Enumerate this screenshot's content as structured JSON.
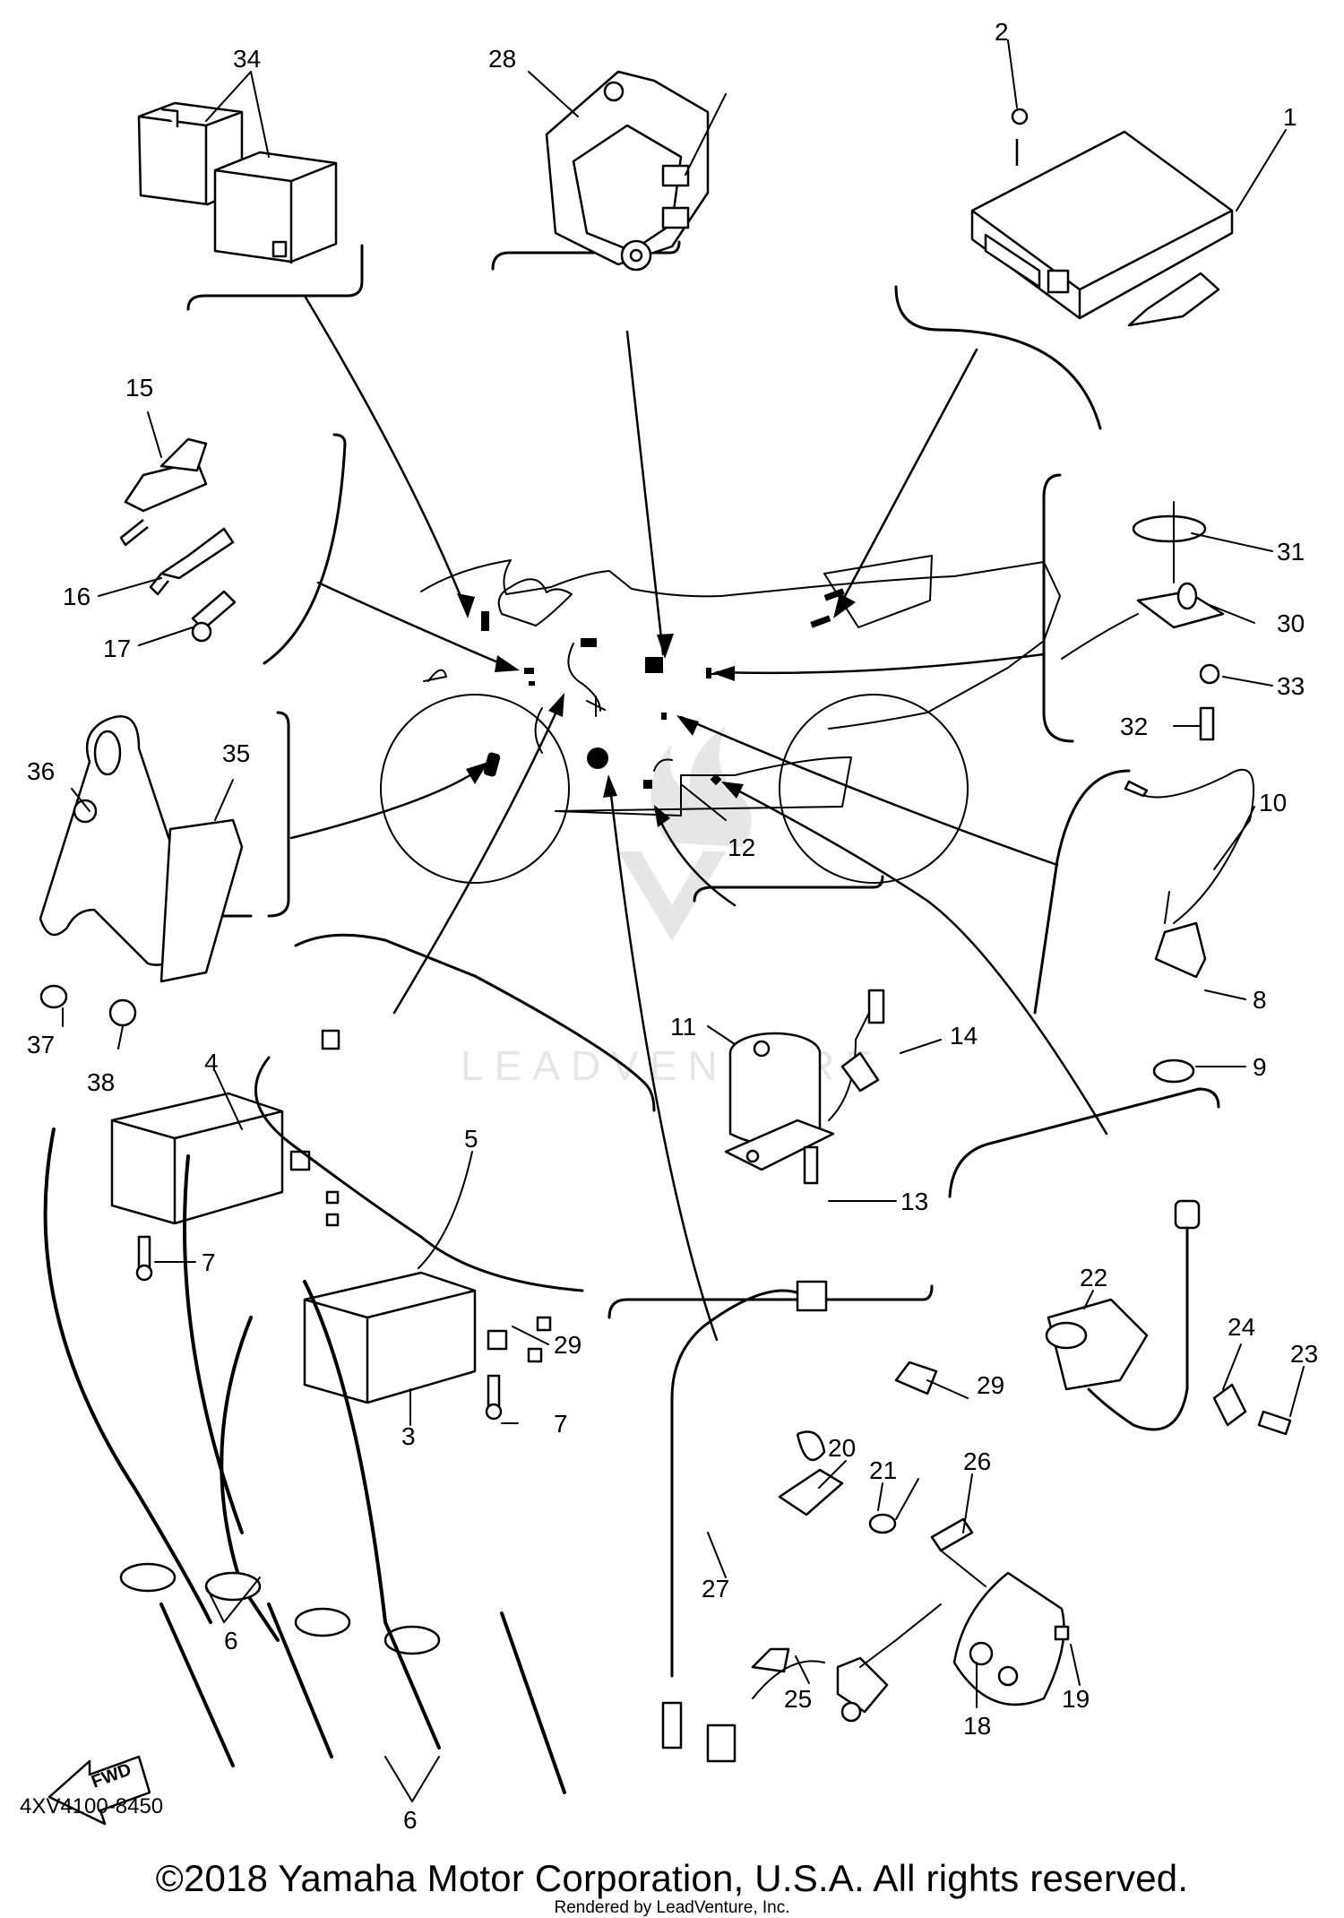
{
  "diagram_code": "4XV4100-8450",
  "copyright": "©2018 Yamaha Motor Corporation, U.S.A. All rights reserved.",
  "rendered_by": "Rendered by LeadVenture, Inc.",
  "watermark": "LEADVENTURE",
  "fwd_label": "FWD",
  "callouts": {
    "p1": "1",
    "p2": "2",
    "p3": "3",
    "p4": "4",
    "p5": "5",
    "p6a": "6",
    "p6b": "6",
    "p7a": "7",
    "p7b": "7",
    "p8": "8",
    "p9": "9",
    "p10": "10",
    "p11": "11",
    "p12": "12",
    "p13": "13",
    "p14": "14",
    "p15": "15",
    "p16": "16",
    "p17": "17",
    "p18": "18",
    "p19": "19",
    "p20": "20",
    "p21": "21",
    "p22": "22",
    "p23": "23",
    "p24": "24",
    "p25": "25",
    "p26": "26",
    "p27": "27",
    "p28": "28",
    "p29": "29",
    "p30": "30",
    "p31": "31",
    "p32": "32",
    "p33": "33",
    "p34": "34",
    "p35": "35",
    "p36": "36",
    "p37": "37",
    "p38": "38"
  },
  "colors": {
    "line": "#000000",
    "background": "#ffffff",
    "watermark": "#e6e6e6"
  }
}
